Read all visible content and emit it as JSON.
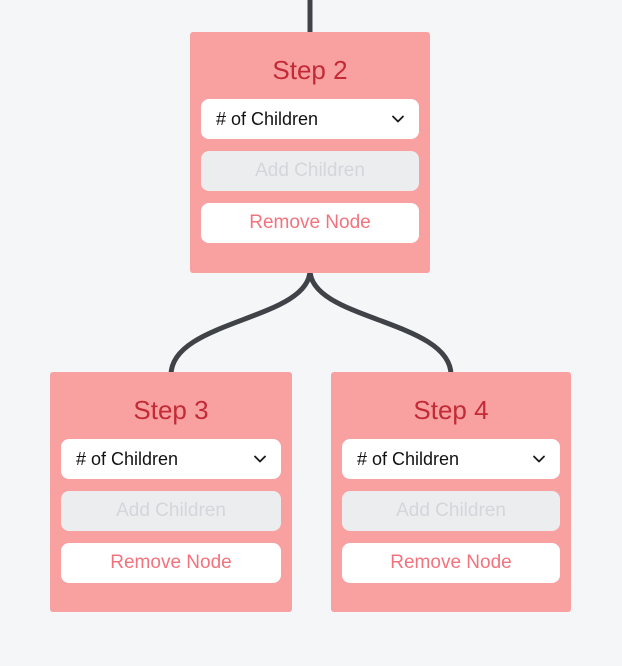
{
  "colors": {
    "page_bg": "#F5F6F8",
    "node_bg": "#F9A1A1",
    "title_color": "#C22B36",
    "connector_color": "#3F4347",
    "remove_text_color": "#F1737D",
    "disabled_bg": "#ECEDEF",
    "disabled_text": "#D3D6DB",
    "control_bg": "#FFFFFF",
    "select_text": "#121212"
  },
  "nodes": [
    {
      "title": "Step 2",
      "select": {
        "value": "# of Children",
        "icon": "chevron-down"
      },
      "buttons": {
        "add_children": {
          "label": "Add Children",
          "state": "disabled"
        },
        "remove_node": {
          "label": "Remove Node",
          "state": "enabled"
        }
      }
    },
    {
      "title": "Step 3",
      "select": {
        "value": "# of Children",
        "icon": "chevron-down"
      },
      "buttons": {
        "add_children": {
          "label": "Add Children",
          "state": "disabled"
        },
        "remove_node": {
          "label": "Remove Node",
          "state": "enabled"
        }
      }
    },
    {
      "title": "Step 4",
      "select": {
        "value": "# of Children",
        "icon": "chevron-down"
      },
      "buttons": {
        "add_children": {
          "label": "Add Children",
          "state": "disabled"
        },
        "remove_node": {
          "label": "Remove Node",
          "state": "enabled"
        }
      }
    }
  ]
}
